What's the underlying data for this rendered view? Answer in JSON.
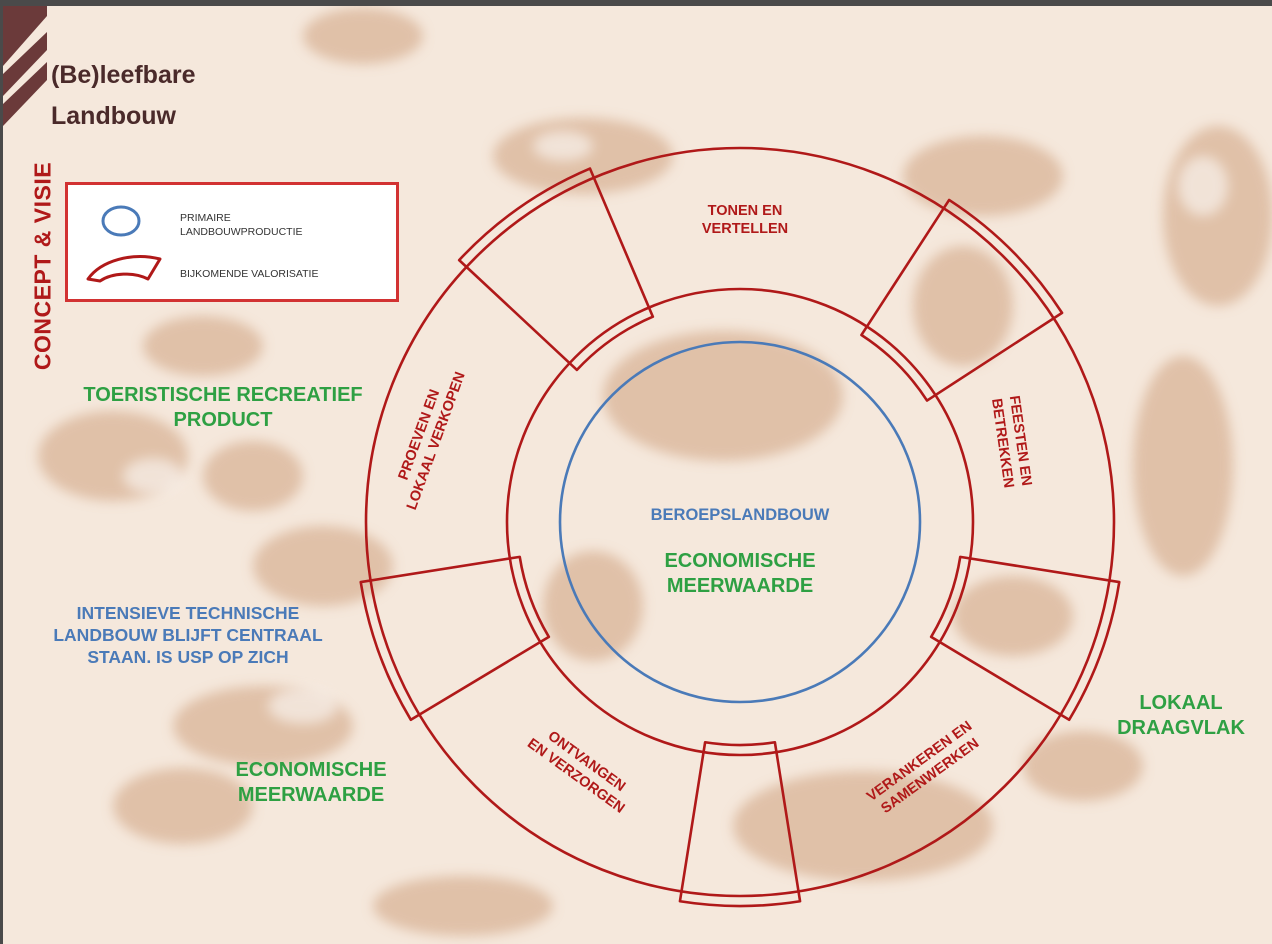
{
  "header": {
    "title_line1": "(Be)leefbare",
    "title_line2": "Landbouw",
    "side_title": "CONCEPT & VISIE"
  },
  "legend": {
    "primary_line1": "PRIMAIRE",
    "primary_line2": "LANDBOUWPRODUCTIE",
    "secondary": "BIJKOMENDE VALORISATIE"
  },
  "center": {
    "line1": "BEROEPSLANDBOUW",
    "line2_a": "ECONOMISCHE",
    "line2_b": "MEERWAARDE"
  },
  "ring_labels": {
    "top_a": "TONEN EN",
    "top_b": "VERTELLEN",
    "left_a": "PROEVEN EN",
    "left_b": "LOKAAL VERKOPEN",
    "right_a": "FEESTEN EN",
    "right_b": "BETREKKEN",
    "bottom_left_a": "ONTVANGEN",
    "bottom_left_b": "EN",
    "bottom_left_c": "VERZORGEN",
    "bottom_right_a": "VERANKEREN EN",
    "bottom_right_b": "SAMENWERKEN"
  },
  "side_notes": {
    "toeristisch_a": "TOERISTISCHE RECREATIEF",
    "toeristisch_b": "PRODUCT",
    "intensief_a": "INTENSIEVE TECHNISCHE",
    "intensief_b": "LANDBOUW BLIJFT CENTRAAL",
    "intensief_c": "STAAN.  IS USP OP ZICH",
    "econ_a": "ECONOMISCHE",
    "econ_b": "MEERWAARDE",
    "lokaal_a": "LOKAAL",
    "lokaal_b": "DRAAGVLAK"
  },
  "colors": {
    "ring_red": "#b01919",
    "primary_blue": "#4a7ab8",
    "accent_green": "#2ea043",
    "background": "#f5e8dc"
  }
}
